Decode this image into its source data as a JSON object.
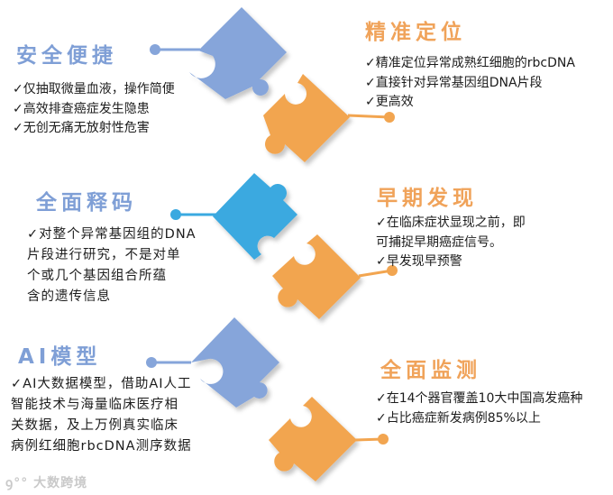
{
  "sections": [
    {
      "id": "safe-convenient",
      "title": "安全便捷",
      "color": "#7f9fd6",
      "items": [
        "✓仅抽取微量血液，操作简便",
        "✓高效排查癌症发生隐患",
        "✓无创无痛无放射性危害"
      ]
    },
    {
      "id": "precise-positioning",
      "title": "精准定位",
      "color": "#f0a35a",
      "items": [
        "✓精准定位异常成熟红细胞的rbcDNA",
        "✓直接针对异常基因组DNA片段",
        "✓更高效"
      ]
    },
    {
      "id": "full-decoding",
      "title": "全面释码",
      "color": "#7f9fd6",
      "items": [
        "✓对整个异常基因组的DNA",
        "片段进行研究，不是对单",
        "个或几个基因组合所蕴",
        "含的遗传信息"
      ]
    },
    {
      "id": "early-detection",
      "title": "早期发现",
      "color": "#f0a35a",
      "items": [
        "✓在临床症状显现之前，即",
        "可捕捉早期癌症信号。",
        "✓早发现早预警"
      ]
    },
    {
      "id": "ai-model",
      "title": "AI模型",
      "color": "#7f9fd6",
      "items": [
        "✓AI大数据模型，借助AI人工",
        "智能技术与海量临床医疗相",
        "关数据，及上万例真实临床",
        "病例红细胞rbcDNA测序数据"
      ]
    },
    {
      "id": "full-monitoring",
      "title": "全面监测",
      "color": "#f0a35a",
      "items": [
        "✓在14个器官覆盖10大中国高发癌种",
        "✓占比癌症新发病例85%以上"
      ]
    }
  ],
  "puzzle_colors": {
    "blue": "#86a5da",
    "cyan": "#3aa9e0",
    "orange": "#f2a550"
  },
  "watermark": "大数跨境"
}
